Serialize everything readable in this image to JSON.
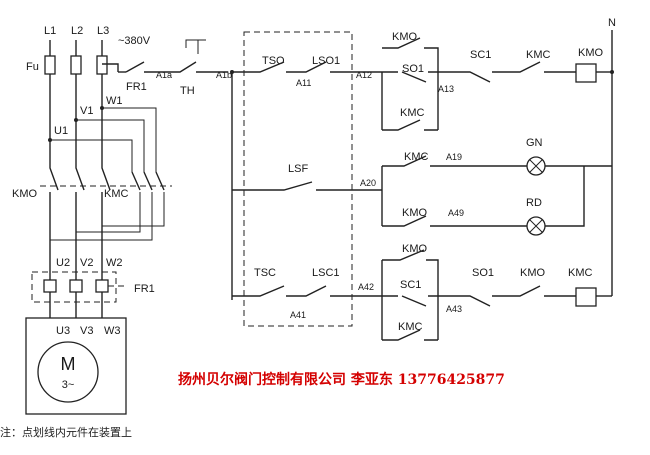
{
  "power": {
    "phases": [
      "L1",
      "L2",
      "L3"
    ],
    "fuse": "Fu",
    "voltage": "~380V",
    "w_nodes": [
      "U1",
      "V1",
      "W1"
    ],
    "motor_terminals_top": [
      "U2",
      "V2",
      "W2"
    ],
    "motor_terminals": [
      "U3",
      "V3",
      "W3"
    ],
    "overload": "FR1",
    "contactor_open": "KMO",
    "contactor_close": "KMC",
    "motor_label": "M",
    "motor_phase": "3~"
  },
  "control": {
    "fr_contact": "FR1",
    "th_contact": "TH",
    "node_a1a": "A1a",
    "node_a1b": "A1b",
    "neutral": "N",
    "row_open": {
      "switch1": "TSO",
      "switch2": "LSO1",
      "node_a11": "A11",
      "node_a12": "A12",
      "interlock": "KMO",
      "self_hold": "SO1",
      "node_a13": "A13",
      "stop": "SC1",
      "interlock_c": "KMC",
      "coil": "KMO",
      "aux": "KMC"
    },
    "row_signal": {
      "limit": "LSF",
      "node_a20": "A20",
      "kmc_contact": "KMC",
      "node_a19": "A19",
      "lamp_green": "GN",
      "kmo_contact": "KMO",
      "node_a49": "A49",
      "lamp_red": "RD"
    },
    "row_close": {
      "switch1": "TSC",
      "switch2": "LSC1",
      "node_a41": "A41",
      "node_a42": "A42",
      "interlock": "KMO",
      "self_hold": "SC1",
      "node_a43": "A43",
      "stop": "SO1",
      "interlock_o": "KMO",
      "coil": "KMC",
      "aux": "KMC"
    }
  },
  "credit": "扬州贝尔阀门控制有限公司 李亚东 13776425877",
  "note": "注：点划线内元件在装置上"
}
